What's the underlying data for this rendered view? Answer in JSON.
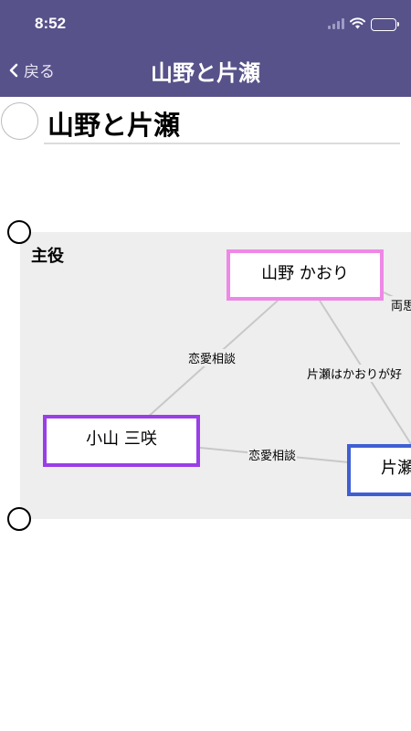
{
  "status_bar": {
    "time": "8:52"
  },
  "nav": {
    "back_label": "戻る",
    "title": "山野と片瀬"
  },
  "page": {
    "title": "山野と片瀬"
  },
  "graph": {
    "group_label": "主役",
    "nodes": [
      {
        "label": "山野 かおり",
        "color": "#ee88e6"
      },
      {
        "label": "小山 三咲",
        "color": "#9a3ee8"
      },
      {
        "label": "片瀬",
        "color": "#3f5fd1"
      }
    ],
    "edges": [
      {
        "label": "恋愛相談"
      },
      {
        "label": "片瀬はかおりが好"
      },
      {
        "label": "恋愛相談"
      },
      {
        "label": "両思"
      }
    ]
  },
  "colors": {
    "header": "#57528a",
    "panel": "#eeeeee"
  }
}
